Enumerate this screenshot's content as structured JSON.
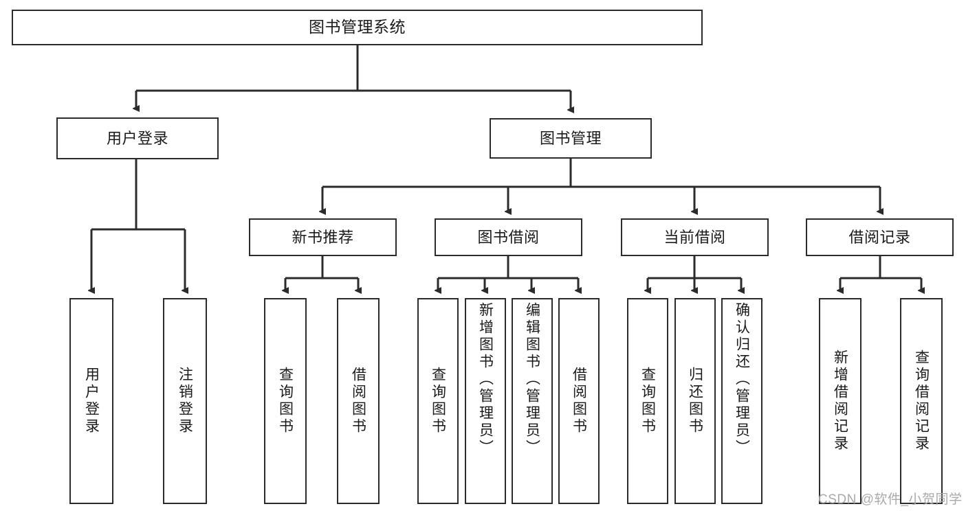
{
  "diagram": {
    "title": "图书管理系统",
    "root": {
      "label": "图书管理系统"
    },
    "level1": [
      {
        "label": "用户登录"
      },
      {
        "label": "图书管理"
      }
    ],
    "level2": [
      {
        "label": "新书推荐"
      },
      {
        "label": "图书借阅"
      },
      {
        "label": "当前借阅"
      },
      {
        "label": "借阅记录"
      }
    ],
    "leaves": {
      "user_login": [
        {
          "label": "用户登录"
        },
        {
          "label": "注销登录"
        }
      ],
      "new_book_recommend": [
        {
          "label": "查询图书"
        },
        {
          "label": "借阅图书"
        }
      ],
      "book_borrow": [
        {
          "label": "查询图书"
        },
        {
          "label": "新增图书（管理员）"
        },
        {
          "label": "编辑图书（管理员）"
        },
        {
          "label": "借阅图书"
        }
      ],
      "current_borrow": [
        {
          "label": "查询图书"
        },
        {
          "label": "归还图书"
        },
        {
          "label": "确认归还（管理员）"
        }
      ],
      "borrow_records": [
        {
          "label": "新增借阅记录"
        },
        {
          "label": "查询借阅记录"
        }
      ]
    },
    "watermark": "CSDN @软件_小贺同学",
    "colors": {
      "stroke": "#2b2b2b",
      "fill": "#ffffff",
      "text": "#1a1a1a",
      "watermark": "#a9a9a9"
    }
  }
}
